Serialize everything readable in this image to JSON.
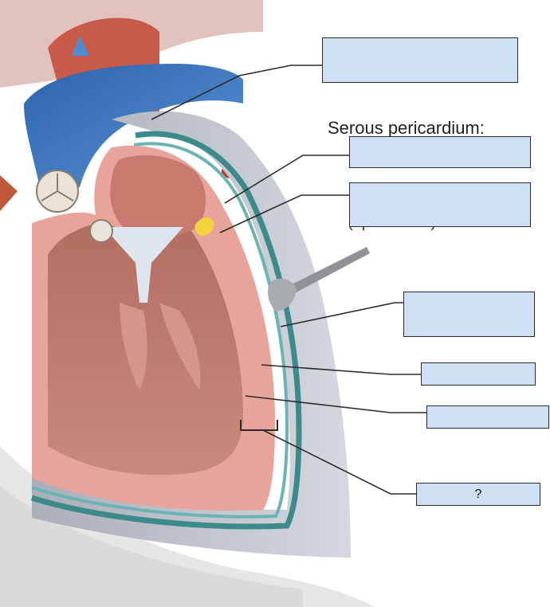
{
  "header": {
    "text": "Serous pericardium:"
  },
  "peek_text": {
    "epicardium_hint": "(epicardium)"
  },
  "labels": [
    {
      "id": "label-1",
      "text": ""
    },
    {
      "id": "label-2",
      "text": ""
    },
    {
      "id": "label-3",
      "text": ""
    },
    {
      "id": "label-4",
      "text": ""
    },
    {
      "id": "label-5",
      "text": ""
    },
    {
      "id": "label-6",
      "text": ""
    },
    {
      "id": "label-7",
      "text": "?"
    }
  ],
  "colors": {
    "label_fill": "#cfe0f4",
    "myocardium": "#e8a39a",
    "vessel_blue": "#3a78c2",
    "pericardium_gray": "#bfc3cc",
    "epicardium_teal": "#3d8a8c"
  }
}
